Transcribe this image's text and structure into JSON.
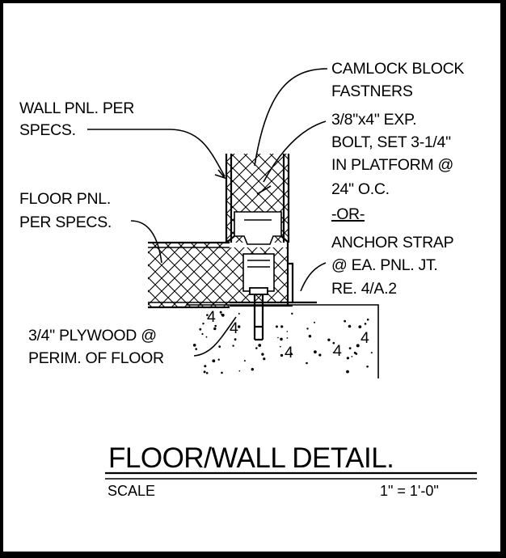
{
  "title": "FLOOR/WALL DETAIL.",
  "scale_label": "SCALE",
  "scale_value": "1\" = 1'-0\"",
  "callouts": {
    "camlock": [
      "CAMLOCK BLOCK",
      "FASTNERS"
    ],
    "wall_panel": [
      "WALL PNL. PER",
      "SPECS."
    ],
    "bolt": [
      "3/8\"x4\" EXP.",
      "BOLT, SET 3-1/4\"",
      "IN PLATFORM @",
      "24\" O.C."
    ],
    "or": "-OR-",
    "anchor": [
      "ANCHOR STRAP",
      "@ EA. PNL. JT.",
      "RE. 4/A.2"
    ],
    "floor_panel": [
      "FLOOR PNL.",
      "PER SPECS."
    ],
    "plywood": [
      "3/4\" PLYWOOD @",
      "PERIM. OF FLOOR"
    ]
  },
  "concrete_marks": [
    "4",
    "4",
    "4",
    "4",
    "4"
  ]
}
